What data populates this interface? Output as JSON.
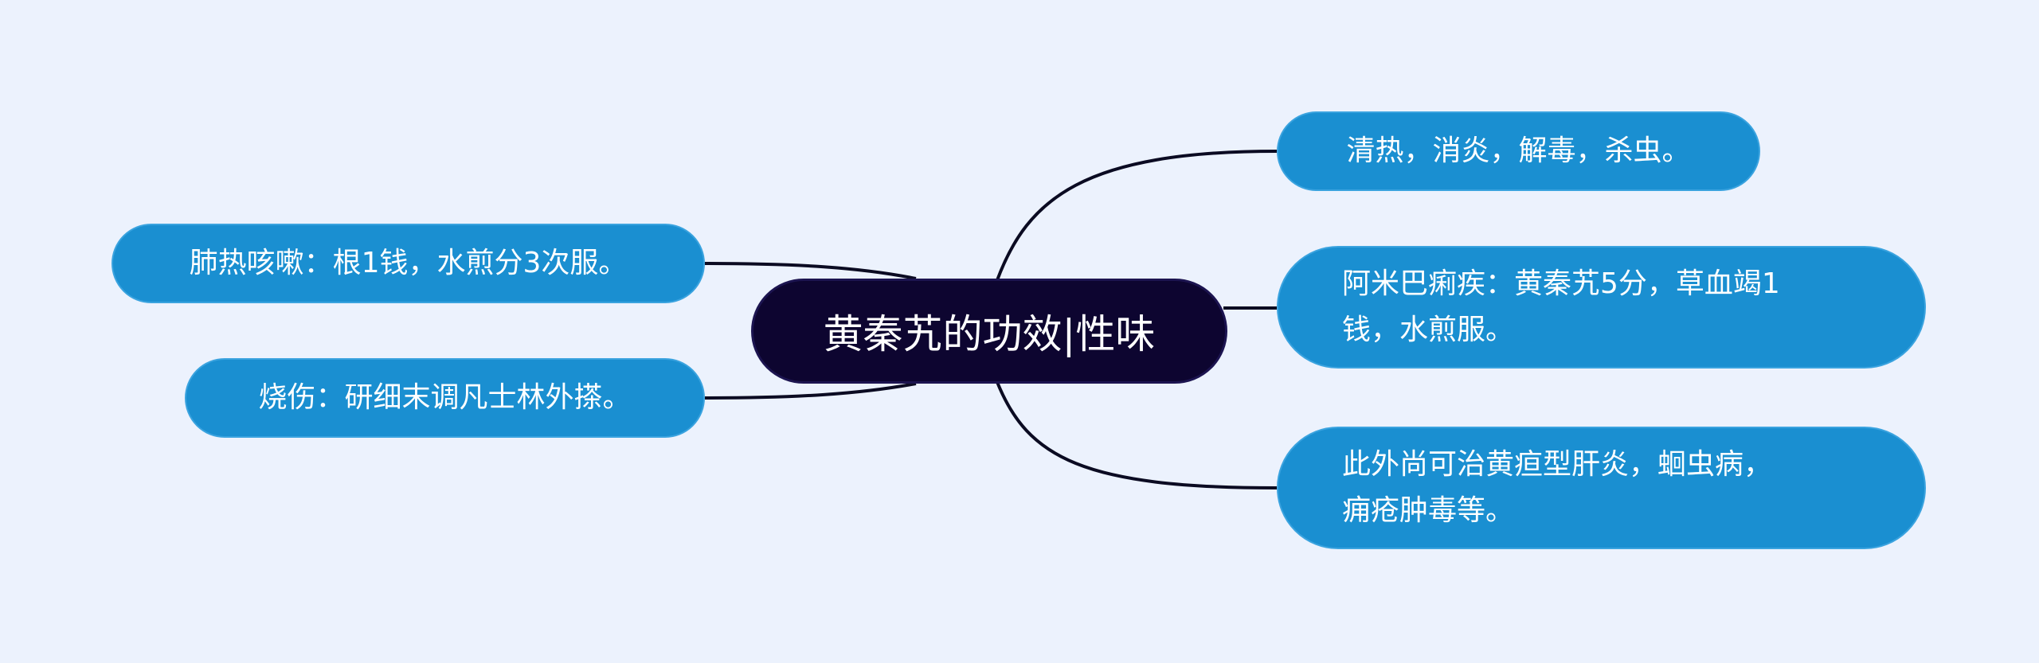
{
  "mindmap": {
    "root": {
      "label": "黄秦艽的功效|性味"
    },
    "right": [
      {
        "label": "清热，消炎，解毒，杀虫。"
      },
      {
        "lines": [
          "阿米巴痢疾：黄秦艽5分，草血竭1",
          "钱，水煎服。"
        ]
      },
      {
        "lines": [
          "此外尚可治黄疸型肝炎，蛔虫病，",
          "痈疮肿毒等。"
        ]
      }
    ],
    "left": [
      {
        "label": "肺热咳嗽：根1钱，水煎分3次服。"
      },
      {
        "label": "烧伤：研细末调凡士林外搽。"
      }
    ]
  },
  "colors": {
    "background": "#ecf2fd",
    "root_fill": "#0d0530",
    "leaf_fill": "#1a8fd1",
    "connector": "#0b0b22",
    "text": "#ffffff"
  }
}
